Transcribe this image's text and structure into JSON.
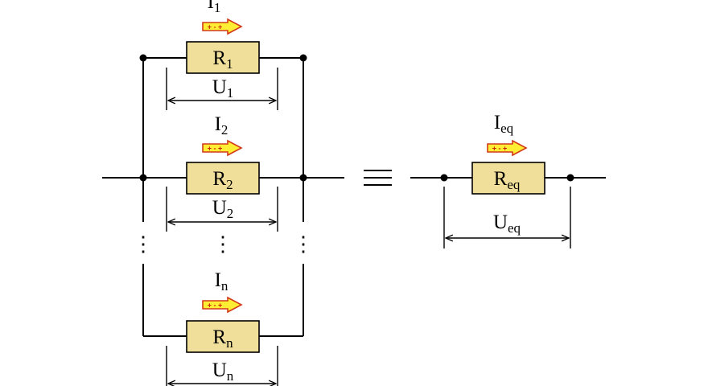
{
  "colors": {
    "resistor_fill": "#f0df9a",
    "arrow_fill": "#ffee33",
    "arrow_stroke": "#d23a1a",
    "arrow_text": "#cc2200",
    "wire": "#000000"
  },
  "branches": [
    {
      "current": "I",
      "current_sub": "1",
      "resistor": "R",
      "resistor_sub": "1",
      "voltage": "U",
      "voltage_sub": "1",
      "direction_sign": "+ - +"
    },
    {
      "current": "I",
      "current_sub": "2",
      "resistor": "R",
      "resistor_sub": "2",
      "voltage": "U",
      "voltage_sub": "2",
      "direction_sign": "+ - +"
    },
    {
      "current": "I",
      "current_sub": "n",
      "resistor": "R",
      "resistor_sub": "n",
      "voltage": "U",
      "voltage_sub": "n",
      "direction_sign": "+ - +"
    }
  ],
  "continuation_dots": "⋮",
  "equivalence_symbol": "≡",
  "equivalent": {
    "current": "I",
    "current_sub": "eq",
    "resistor": "R",
    "resistor_sub": "eq",
    "voltage": "U",
    "voltage_sub": "eq",
    "direction_sign": "+ - +"
  }
}
